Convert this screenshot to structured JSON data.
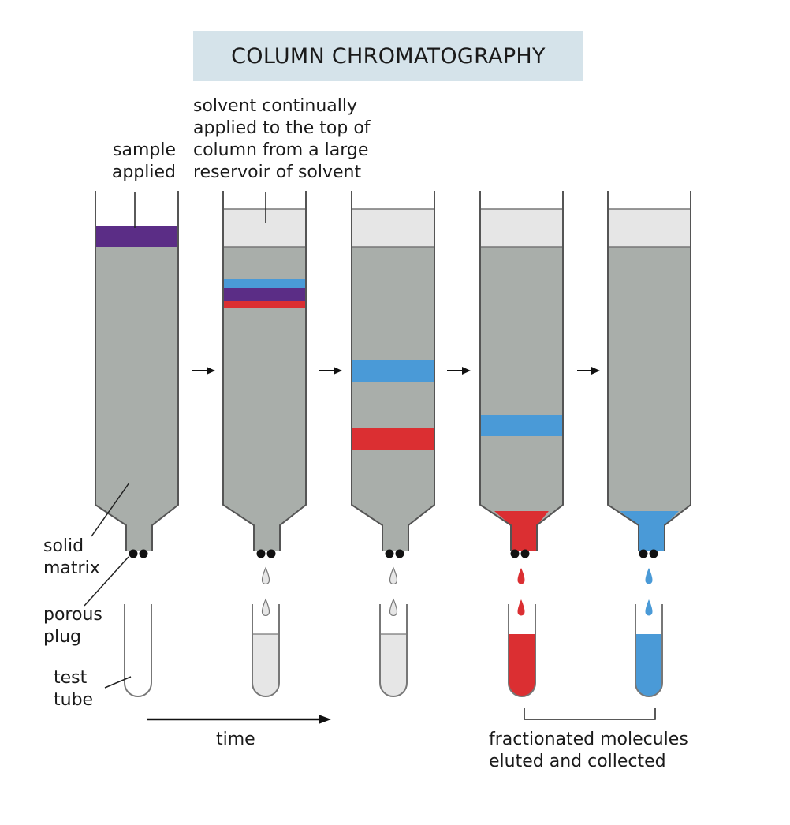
{
  "title": "COLUMN CHROMATOGRAPHY",
  "labels": {
    "sample_applied": [
      "sample",
      "applied"
    ],
    "solvent_note": [
      "solvent continually",
      "applied to the top of",
      "column from a large",
      "reservoir of solvent"
    ],
    "solid_matrix": [
      "solid",
      "matrix"
    ],
    "porous_plug": [
      "porous",
      "plug"
    ],
    "test_tube": [
      "test",
      "tube"
    ],
    "time": "time",
    "collected": [
      "fractionated molecules",
      "eluted and collected"
    ]
  },
  "colors": {
    "title_bg": "#d5e3ea",
    "matrix": "#a9aeaa",
    "solvent": "#e6e6e6",
    "purple": "#5b2d86",
    "blue": "#4a9ad7",
    "red": "#db2f32",
    "outline": "#555555"
  }
}
